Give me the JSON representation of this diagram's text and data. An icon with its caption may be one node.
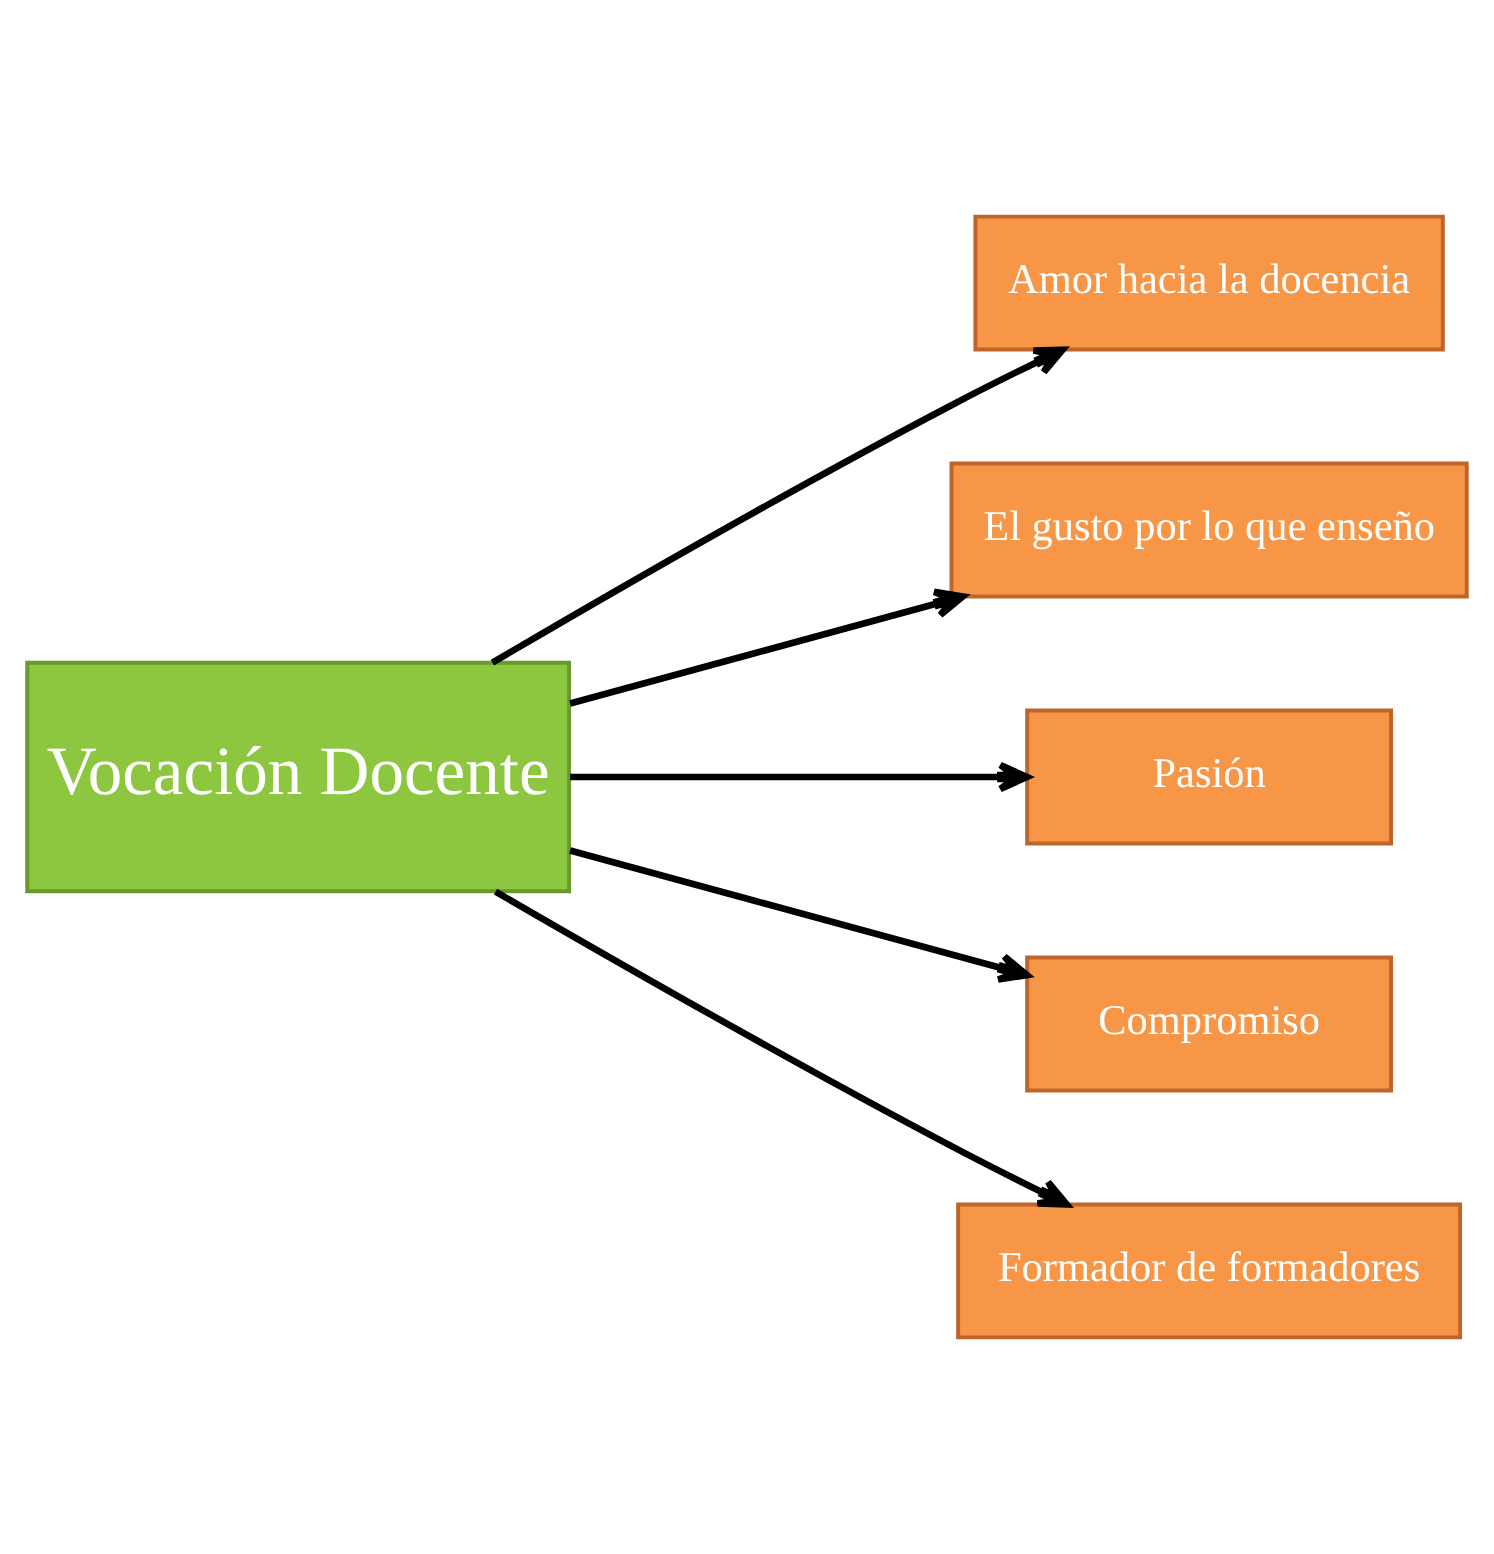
{
  "diagram": {
    "nodes": [
      {
        "text": [
          "Vocación Docente"
        ]
      },
      {
        "text": [
          "Amor hacia la docencia"
        ]
      },
      {
        "text": [
          "El gusto por lo que enseño"
        ]
      },
      {
        "text": [
          "Pasión"
        ]
      },
      {
        "text": [
          "Compromiso"
        ]
      },
      {
        "text": [
          "Formador de formadores"
        ]
      }
    ],
    "edges": [
      {
        "from": 0,
        "to": 1,
        "arrow": "to"
      },
      {
        "from": 0,
        "to": 2,
        "arrow": "to"
      },
      {
        "from": 0,
        "to": 3,
        "arrow": "to"
      },
      {
        "from": 0,
        "to": 4,
        "arrow": "to"
      },
      {
        "from": 0,
        "to": 5,
        "arrow": "to"
      }
    ]
  }
}
